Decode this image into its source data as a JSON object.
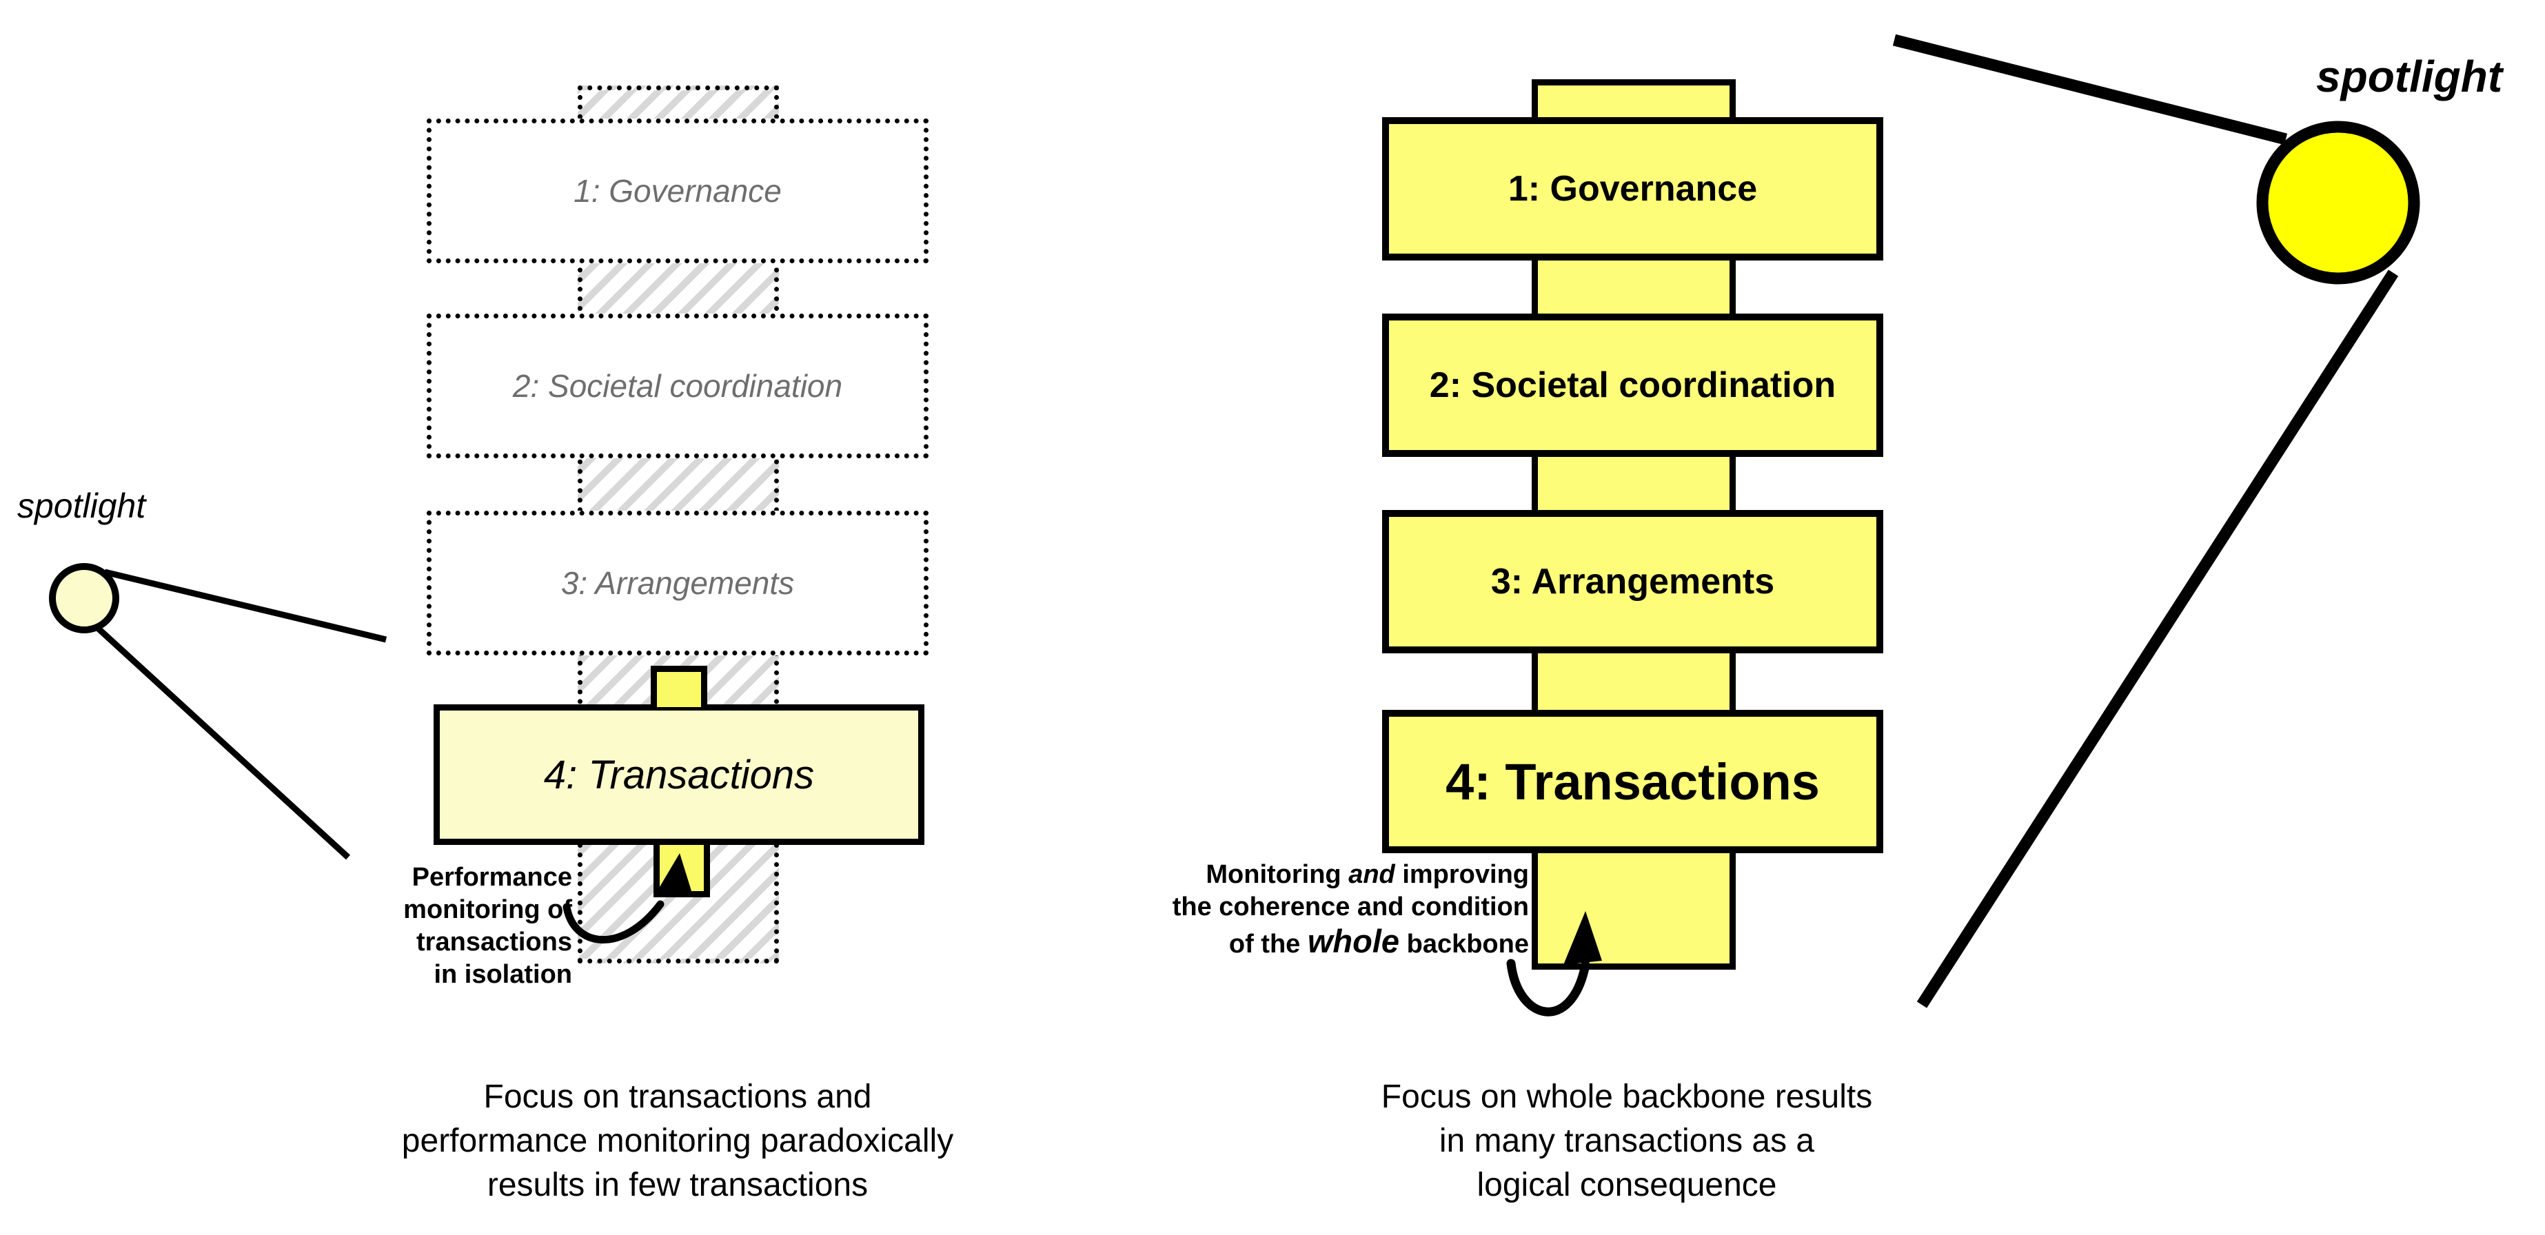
{
  "left_panel": {
    "spotlight_label": "spotlight",
    "boxes": [
      {
        "label": "1: Governance"
      },
      {
        "label": "2: Societal coordination"
      },
      {
        "label": "3: Arrangements"
      },
      {
        "label": "4: Transactions"
      }
    ],
    "annotation_lines": [
      "Performance",
      "monitoring of",
      "transactions",
      "in isolation"
    ],
    "caption_lines": [
      "Focus on transactions and",
      "performance monitoring paradoxically",
      "results in few transactions"
    ]
  },
  "right_panel": {
    "spotlight_label": "spotlight",
    "boxes": [
      {
        "label": "1: Governance"
      },
      {
        "label": "2: Societal coordination"
      },
      {
        "label": "3: Arrangements"
      },
      {
        "label": "4: Transactions"
      }
    ],
    "annotation": {
      "line1_pre": "Monitoring ",
      "line1_and": "and",
      "line1_post": " improving",
      "line2": "the coherence and condition",
      "line3_pre": "of the ",
      "line3_whole": "whole",
      "line3_post": " backbone"
    },
    "caption_lines": [
      "Focus on whole backbone results",
      "in many transactions as a",
      "logical consequence"
    ]
  },
  "colors": {
    "pale_yellow": "#FBFBCB",
    "bright_yellow": "#FDFD7A",
    "spotlight_yellow": "#FFFF00",
    "stub_yellow": "#FAFA66",
    "hatch_gray": "#D8D8D8",
    "muted_text": "#6E6E6E"
  }
}
